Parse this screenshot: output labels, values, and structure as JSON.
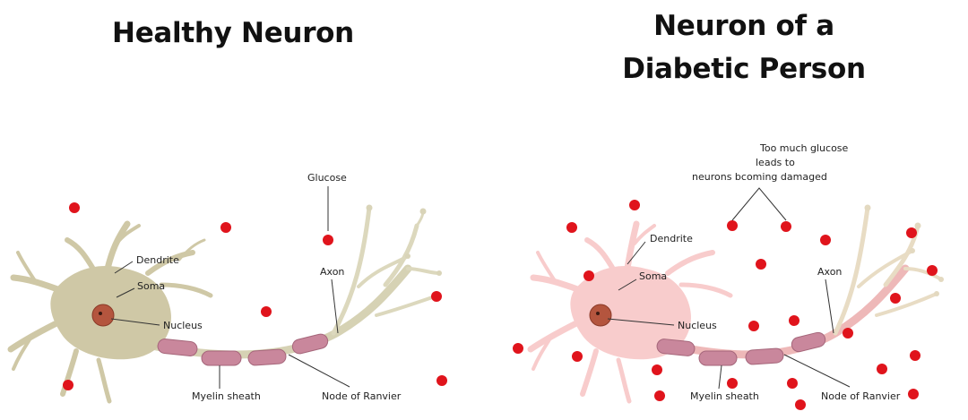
{
  "healthy": {
    "title": "Healthy Neuron",
    "labels": {
      "dendrite": "Dendrite",
      "soma": "Soma",
      "nucleus": "Nucleus",
      "glucose": "Glucose",
      "axon": "Axon",
      "myelin": "Myelin sheath",
      "node": "Node of Ranvier"
    },
    "body_color": "#cfc8a6"
  },
  "diabetic": {
    "title_line1": "Neuron of a",
    "title_line2": "Diabetic Person",
    "annotation": [
      "Too much glucose",
      "leads to",
      "neurons bcoming damaged"
    ],
    "labels": {
      "dendrite": "Dendrite",
      "soma": "Soma",
      "nucleus": "Nucleus",
      "axon": "Axon",
      "myelin": "Myelin sheath",
      "node": "Node of Ranvier"
    },
    "body_color": "#f8cccc"
  },
  "colors": {
    "glucose": "#e0141c",
    "myelin": "#c9879c",
    "nucleus": "#b4553e",
    "axon_healthy": "#d6d2b4",
    "axon_diabetic": "#eeb8b8"
  }
}
